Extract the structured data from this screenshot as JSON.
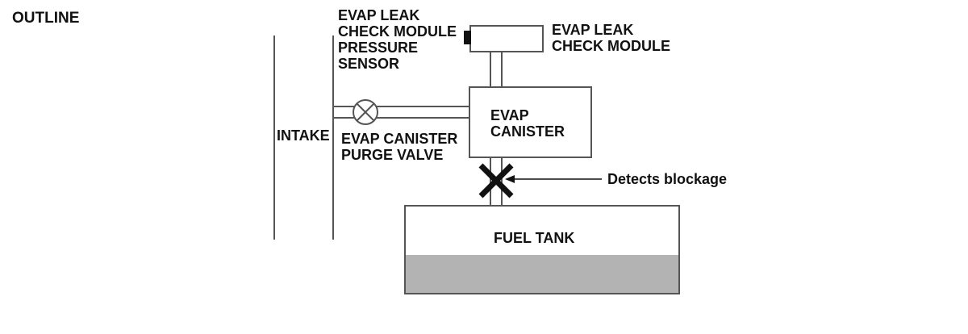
{
  "title": "OUTLINE",
  "labels": {
    "pressure_sensor": [
      "EVAP LEAK",
      "CHECK MODULE",
      "PRESSURE",
      "SENSOR"
    ],
    "leak_check_module": [
      "EVAP LEAK",
      "CHECK MODULE"
    ],
    "canister": [
      "EVAP",
      "CANISTER"
    ],
    "intake": "INTAKE",
    "purge_valve": [
      "EVAP CANISTER",
      "PURGE VALVE"
    ],
    "blockage_note": "Detects blockage",
    "fuel_tank": "FUEL TANK"
  },
  "colors": {
    "line": "#111111",
    "fuel": "#b3b3b3",
    "background": "#ffffff"
  }
}
